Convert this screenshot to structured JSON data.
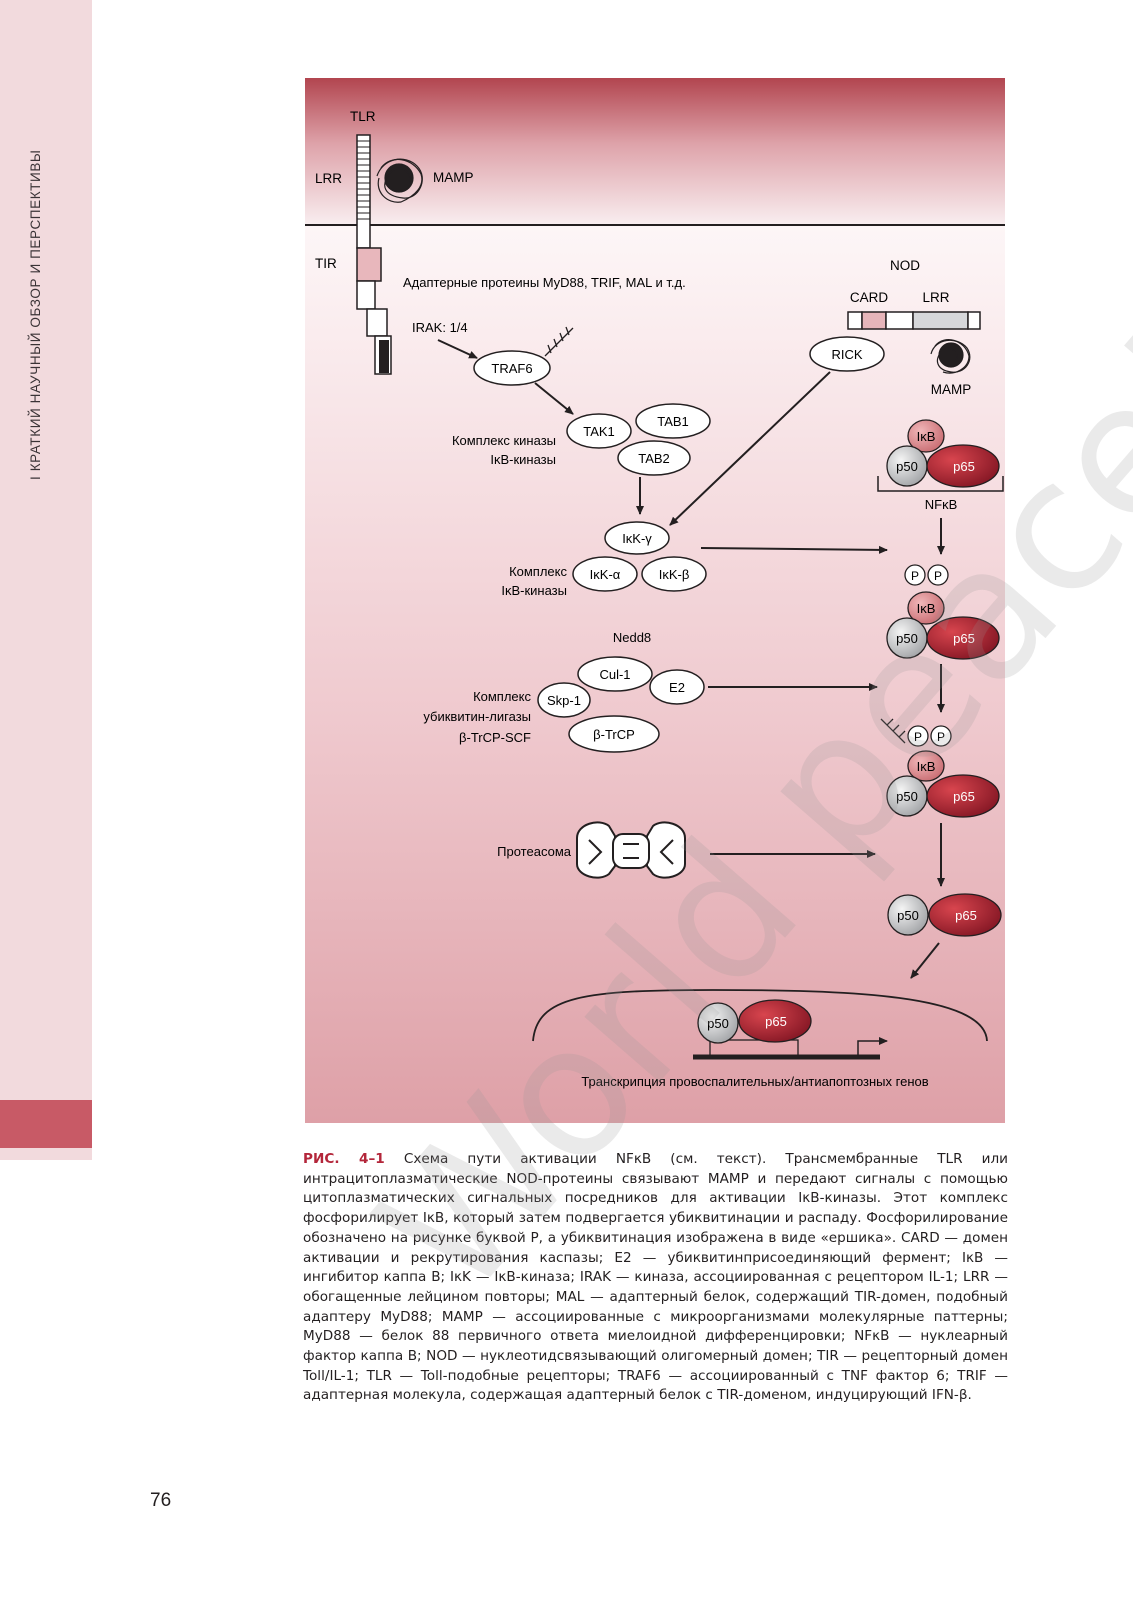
{
  "sidebar": {
    "running_head": "I   КРАТКИЙ НАУЧНЫЙ ОБЗОР И ПЕРСПЕКТИВЫ"
  },
  "figure": {
    "tlr": "TLR",
    "lrr": "LRR",
    "mamp": "MAMP",
    "tir": "TIR",
    "adapters": "Адаптерные протеины MyD88, TRIF, MAL и т.д.",
    "irak": "IRAK: 1/4",
    "traf6": "TRAF6",
    "kinase_complex_1": "Комплекс киназы",
    "kinase_complex_2": "IκB-киназы",
    "tak1": "TAK1",
    "tab1": "TAB1",
    "tab2": "TAB2",
    "nod": "NOD",
    "card": "CARD",
    "nod_lrr": "LRR",
    "rick": "RICK",
    "nod_mamp": "MAMP",
    "ikb": "IκB",
    "p50": "p50",
    "p65": "p65",
    "nfkb": "NFκB",
    "ikk_gamma": "IκK-γ",
    "ikk_alpha": "IκK-α",
    "ikk_beta": "IκK-β",
    "ikk_complex_1": "Комплекс",
    "ikk_complex_2": "IκB-киназы",
    "p": "P",
    "nedd8": "Nedd8",
    "cul1": "Cul-1",
    "e2": "E2",
    "skp1": "Skp-1",
    "btrcp": "β-TrCP",
    "ligase_1": "Комплекс",
    "ligase_2": "убиквитин-лигазы",
    "ligase_3": "β-TrCP-SCF",
    "proteasome": "Протеасома",
    "transcription": "Транскрипция провоспалительных/антиапоптозных генов"
  },
  "caption": {
    "label": "РИС. 4–1",
    "text": " Схема пути активации NFκB (см. текст). Трансмембранные TLR или интрацитоплазматические NOD-протеины связывают MAMP и передают сигналы с помощью цитоплазматических сигнальных посредников для активации IκB-киназы. Этот комплекс фосфорилирует IκB, который затем подвергается убиквитинации и распаду. Фосфорилирование обозначено на рисунке буквой P, а убиквитинация изображена в виде «ершика». CARD — домен активации и рекрутирования каспазы; E2 — убиквитинприсоединяющий фермент; IκB — ингибитор каппа B; IκK — IκB-киназа; IRAK — киназа, ассоциированная с рецептором IL-1; LRR — обогащенные лейцином повторы; MAL — адаптерный белок, содержащий TIR-домен, подобный адаптеру MyD88; MAMP — ассоциированные с микроорганизмами молекулярные паттерны; MyD88 — белок 88 первичного ответа миелоидной дифференцировки; NFκB — нуклеарный фактор каппа B; NOD — нуклеотидсвязывающий олигомерный домен; TIR — рецепторный домен Toll/IL-1; TLR — Toll-подобные рецепторы; TRAF6 — ассоциированный с TNF фактор 6; TRIF — адаптерная молекула, содержащая адаптерный белок с TIR-доменом, индуцирующий IFN-β."
  },
  "page_number": "76",
  "watermark": "World peace!"
}
